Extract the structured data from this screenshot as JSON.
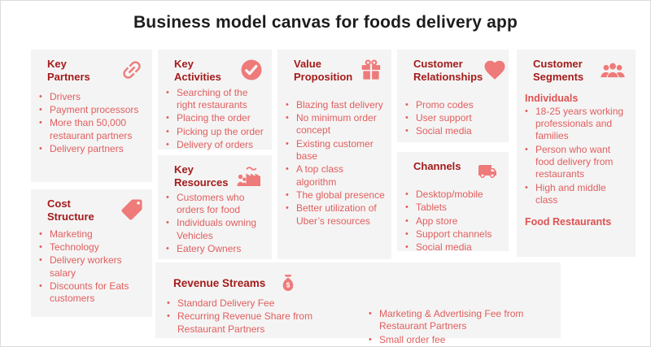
{
  "title": "Business model canvas for foods delivery app",
  "colors": {
    "header_red": "#a31b1b",
    "body_red": "#e05e5e",
    "icon_salmon": "#ee7a7a",
    "card_bg": "#f5f4f4",
    "title_dark": "#1d1d1d"
  },
  "cards": {
    "key_partners": {
      "title": "Key\nPartners",
      "icon": "chain-link-icon",
      "items": [
        "Drivers",
        "Payment processors",
        "More than 50,000 restaurant partners",
        "Delivery partners"
      ]
    },
    "key_activities": {
      "title": "Key\nActivities",
      "icon": "check-circle-icon",
      "items": [
        "Searching of the right restaurants",
        "Placing the order",
        "Picking up the order",
        "Delivery of orders"
      ]
    },
    "key_resources": {
      "title": "Key\nResources",
      "icon": "people-factory-icon",
      "items": [
        "Customers who orders for food",
        "Individuals owning Vehicles",
        "Eatery Owners"
      ]
    },
    "value_proposition": {
      "title": "Value\nProposition",
      "icon": "gift-icon",
      "items": [
        "Blazing fast delivery",
        "No minimum order concept",
        "Existing customer base",
        "A top class algorithm",
        "The global presence",
        "Better utilization of Uber’s resources"
      ]
    },
    "customer_relationships": {
      "title": "Customer\nRelationships",
      "icon": "heart-icon",
      "items": [
        "Promo codes",
        "User support",
        "Social media"
      ]
    },
    "channels": {
      "title": "Channels",
      "icon": "truck-icon",
      "items": [
        "Desktop/mobile",
        "Tablets",
        "App store",
        "Support channels",
        "Social media"
      ]
    },
    "customer_segments": {
      "title": "Customer\nSegments",
      "icon": "users-icon",
      "subheading_individuals": "Individuals",
      "items": [
        "18-25 years working professionals and families",
        "Person who want food delivery from restaurants",
        "High and middle class"
      ],
      "subheading_food_restaurants": "Food Restaurants"
    },
    "cost_structure": {
      "title": "Cost\nStructure",
      "icon": "price-tag-icon",
      "items": [
        "Marketing",
        "Technology",
        "Delivery workers salary",
        "Discounts for Eats customers"
      ]
    },
    "revenue_streams": {
      "title": "Revenue Streams",
      "icon": "money-bag-icon",
      "items_left": [
        "Standard Delivery Fee",
        "Recurring Revenue Share from Restaurant Partners"
      ],
      "items_right": [
        "Marketing & Advertising Fee from Restaurant Partners",
        "Small order fee"
      ]
    }
  }
}
